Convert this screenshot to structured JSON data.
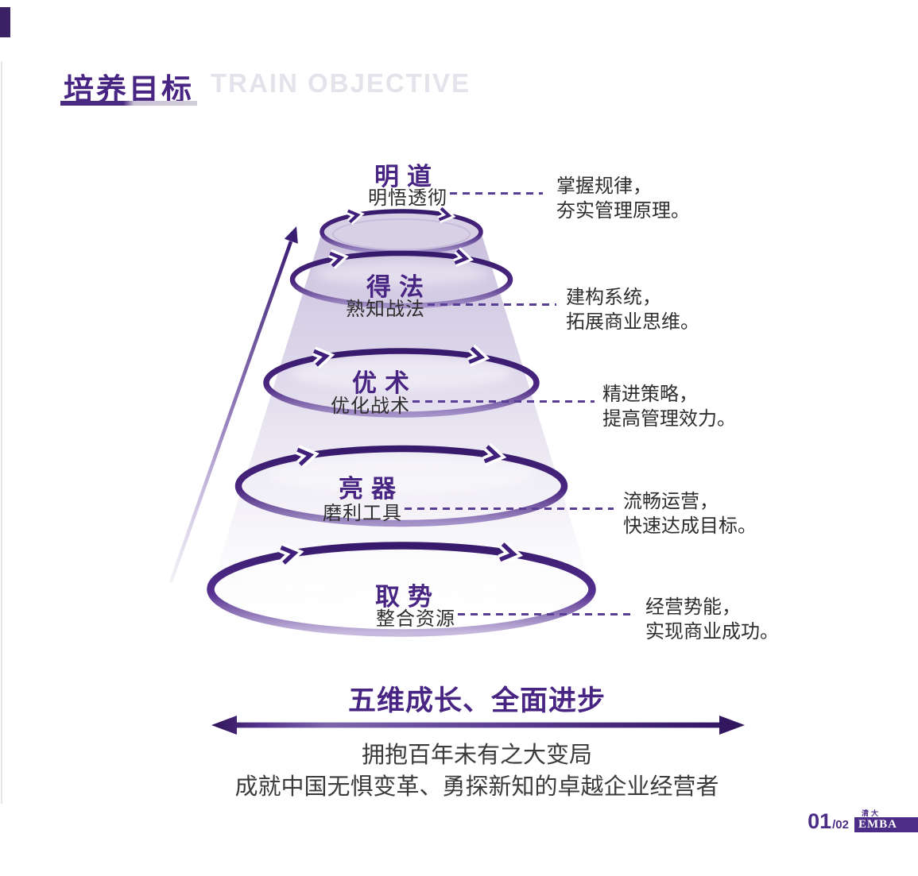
{
  "header": {
    "title": "培养目标",
    "subtitle": "TRAIN OBJECTIVE"
  },
  "funnel": {
    "levels": [
      {
        "title": "明道",
        "keyword": "明悟透彻",
        "desc_line1": "掌握规律，",
        "desc_line2": "夯实管理原理。"
      },
      {
        "title": "得法",
        "keyword": "熟知战法",
        "desc_line1": "建构系统，",
        "desc_line2": "拓展商业思维。"
      },
      {
        "title": "优术",
        "keyword": "优化战术",
        "desc_line1": "精进策略，",
        "desc_line2": "提高管理效力。"
      },
      {
        "title": "亮器",
        "keyword": "磨利工具",
        "desc_line1": "流畅运营，",
        "desc_line2": "快速达成目标。"
      },
      {
        "title": "取势",
        "keyword": "整合资源",
        "desc_line1": "经营势能，",
        "desc_line2": "实现商业成功。"
      }
    ]
  },
  "bottom": {
    "headline": "五维成长、全面进步",
    "line1": "拥抱百年未有之大变局",
    "line2": "成就中国无惧变革、勇探新知的卓越企业经营者"
  },
  "page_footer": {
    "page_current": "01",
    "page_total": "/02",
    "brand_top": "清大",
    "brand": "EMBA"
  },
  "colors": {
    "deep_purple": "#482483",
    "ring_dark": "#371a6b",
    "ring_light": "#a492c8",
    "funnel_fill": "#cac0dd",
    "dash_purple": "#5a3e96",
    "body_text": "#2e2e2e",
    "subtitle_gray": "#e4e2eb",
    "footer_purple": "#4b2d87"
  },
  "icons": {
    "ascend_arrow": "upward diagonal arrow",
    "growth_axis": "double headed horizontal arrow",
    "ring_chevron": "clockwise flow chevron"
  }
}
